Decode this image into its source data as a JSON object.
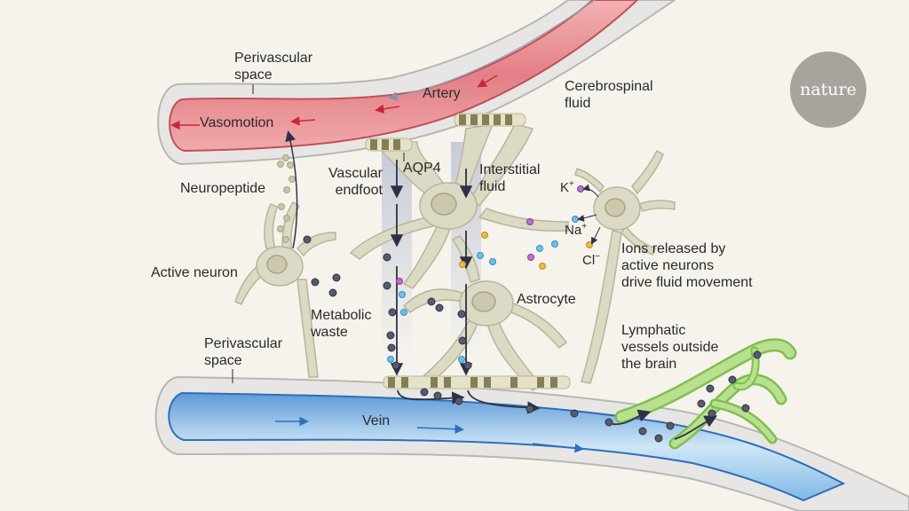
{
  "labels": {
    "perivascular_top": [
      "Perivascular",
      "space"
    ],
    "artery": "Artery",
    "cerebrospinal": [
      "Cerebrospinal",
      "fluid"
    ],
    "vasomotion": "Vasomotion",
    "vascular_endfoot": [
      "Vascular",
      "endfoot"
    ],
    "aqp4": "AQP4",
    "interstitial": [
      "Interstitial",
      "fluid"
    ],
    "neuropeptide": "Neuropeptide",
    "active_neuron": "Active neuron",
    "metabolic_waste": [
      "Metabolic",
      "waste"
    ],
    "astrocyte": "Astrocyte",
    "ions_released": [
      "Ions released by",
      "active neurons",
      "drive fluid movement"
    ],
    "lymphatic": [
      "Lymphatic",
      "vessels outside",
      "the brain"
    ],
    "perivascular_bottom": [
      "Perivascular",
      "space"
    ],
    "vein": "Vein",
    "ion_k": "K",
    "ion_na": "Na",
    "ion_cl": "Cl",
    "ion_k_charge": "+",
    "ion_na_charge": "+",
    "ion_cl_charge": "−"
  },
  "brand": "nature",
  "colors": {
    "background": "#f5f3ec",
    "artery": "#e8848a",
    "vein": "#8ec3ec",
    "cells": "#dcd9c4",
    "lymphatic": "#a8d67a",
    "waste": "#555a6e",
    "potassium": "#c070c8",
    "sodium": "#6cc0ea",
    "chloride": "#f0b848"
  }
}
